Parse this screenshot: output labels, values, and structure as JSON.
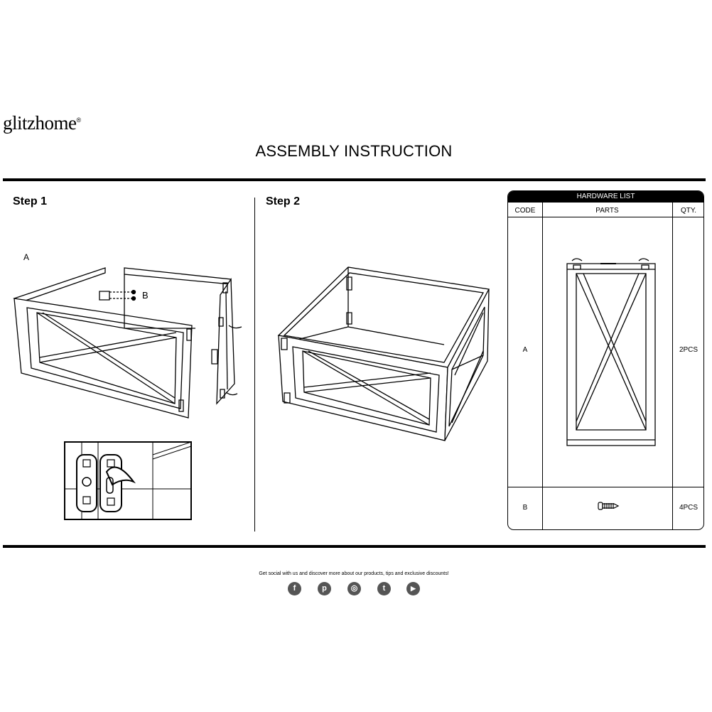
{
  "brand": {
    "name": "glitzhome",
    "mark": "®"
  },
  "title": "ASSEMBLY INSTRUCTION",
  "step1": {
    "label": "Step 1",
    "part_a": "A",
    "part_b": "B"
  },
  "step2": {
    "label": "Step 2"
  },
  "hardware": {
    "heading": "HARDWARE LIST",
    "columns": [
      "CODE",
      "PARTS",
      "QTY."
    ],
    "rows": [
      {
        "code": "A",
        "qty": "2PCS"
      },
      {
        "code": "B",
        "qty": "4PCS"
      }
    ]
  },
  "footer": {
    "text": "Get social with us and discover more about our products, tips and exclusive discounts!",
    "icons": [
      "facebook-icon",
      "pinterest-icon",
      "instagram-icon",
      "twitter-icon",
      "youtube-icon"
    ]
  }
}
